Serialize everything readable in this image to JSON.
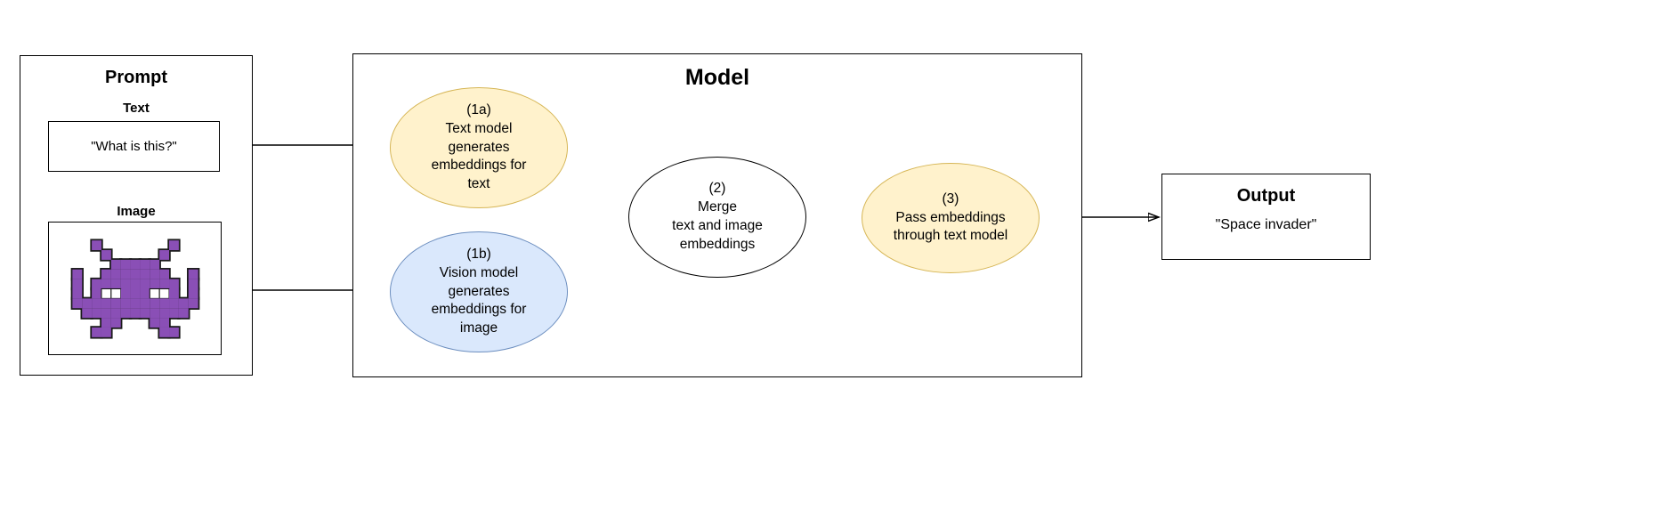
{
  "canvas": {
    "bg": "#ffffff"
  },
  "prompt": {
    "title": "Prompt",
    "text_label": "Text",
    "text_value": "\"What is this?\"",
    "image_label": "Image"
  },
  "sprite": {
    "name": "space-invader",
    "fill": "#8a4fb6",
    "outline": "#1a1a1a",
    "eye_fill": "#ffffff",
    "rows": [
      "..X.......X..",
      "...X.....X...",
      "....XXXXX....",
      "X..XXXXXXX..X",
      "X.XXXXXXXXX.X",
      "X.XOOXXXOOX.X",
      "XXXXXXXXXXXXX",
      ".XXXXXXXXXXX.",
      "...XX...XX...",
      "..XX.....XX.."
    ]
  },
  "model": {
    "title": "Model",
    "node_1a": {
      "label": "(1a)\nText model\ngenerates\nembeddings for\ntext",
      "fill": "#fff2cc",
      "stroke": "#d6b656"
    },
    "node_1b": {
      "label": "(1b)\nVision model\ngenerates\nembeddings for\nimage",
      "fill": "#dae8fc",
      "stroke": "#6c8ebf"
    },
    "node_2": {
      "label": "(2)\nMerge\ntext and image\nembeddings",
      "fill": "#ffffff",
      "stroke": "#000000"
    },
    "node_3": {
      "label": "(3)\nPass embeddings\nthrough text model",
      "fill": "#fff2cc",
      "stroke": "#d6b656"
    }
  },
  "output": {
    "title": "Output",
    "value": "\"Space invader\""
  }
}
